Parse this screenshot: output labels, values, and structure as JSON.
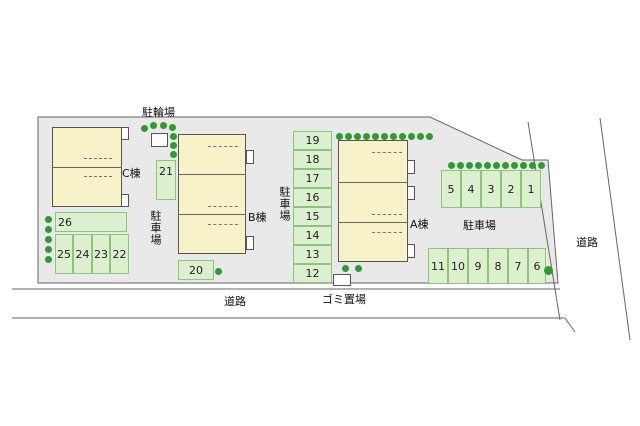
{
  "labels": {
    "bike_parking": "駐輪場",
    "building_c": "C棟",
    "building_b": "B棟",
    "building_a": "A棟",
    "parking_left": "駐車場",
    "parking_middle": "駐車場",
    "parking_right": "駐車場",
    "road_bottom": "道路",
    "road_right": "道路",
    "garbage": "ゴミ置場"
  },
  "stalls": {
    "middle_column": [
      "19",
      "18",
      "17",
      "16",
      "15",
      "14",
      "13",
      "12"
    ],
    "right_top": [
      "5",
      "4",
      "3",
      "2",
      "1"
    ],
    "right_bottom": [
      "11",
      "10",
      "9",
      "8",
      "7",
      "6"
    ],
    "left_single": "26",
    "left_row": [
      "25",
      "24",
      "23",
      "22"
    ],
    "near_b_top": "21",
    "near_b_bottom": "20"
  },
  "colors": {
    "lot": "#e9e9e9",
    "stall_fill": "#dcefcf",
    "building_fill": "#f7f2c8",
    "tree": "#2f9a2f"
  }
}
